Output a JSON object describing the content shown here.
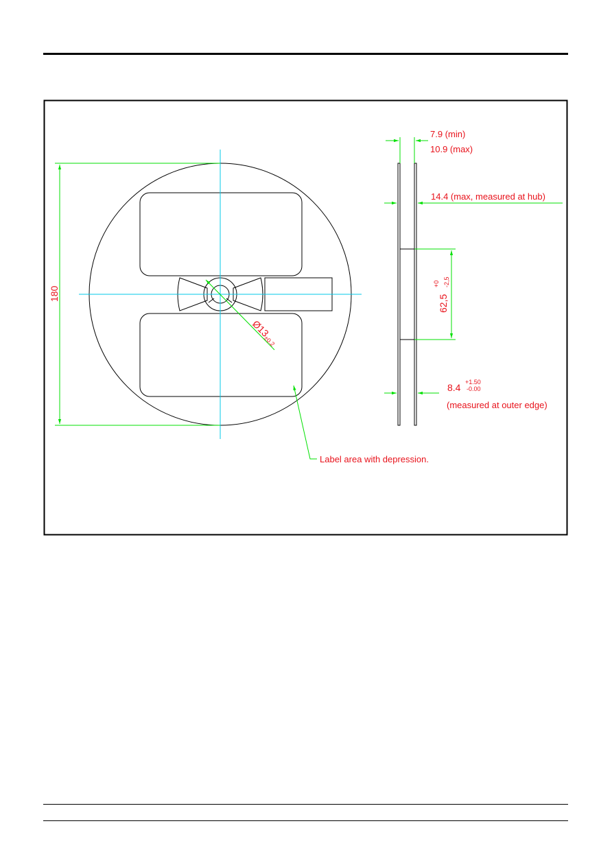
{
  "colors": {
    "outline": "#000000",
    "centerline": "#00c8e8",
    "dimension": "#00e000",
    "label": "#e8121b"
  },
  "dimensions": {
    "diameter_outer": "180",
    "hub_bore_main": "Ø13",
    "hub_bore_tol": "±0.2",
    "width_min": "7.9 (min)",
    "width_max": "10.9 (max)",
    "hub_width": "14.4 (max, measured at hub)",
    "hub_diameter_main": "62,5",
    "hub_diameter_tol_upper": "+0",
    "hub_diameter_tol_lower": "-2,5",
    "tape_width_main": "8.4",
    "tape_width_tol_upper": "+1.50",
    "tape_width_tol_lower": "-0.00",
    "tape_width_note": "(measured at outer edge)"
  },
  "callouts": {
    "label_area": "Label area with depression."
  }
}
